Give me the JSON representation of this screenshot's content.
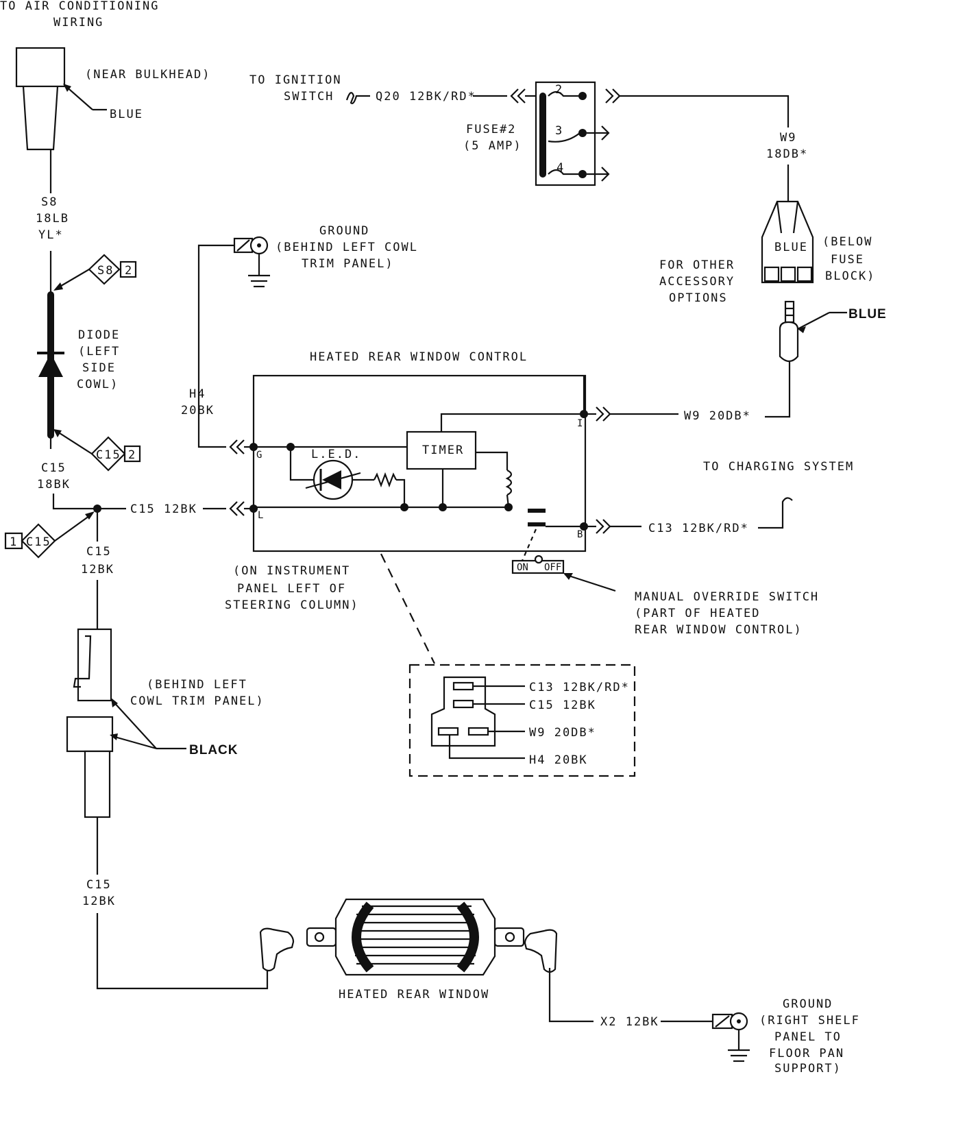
{
  "labels": {
    "ac_line1": "TO AIR CONDITIONING",
    "ac_line2": "WIRING",
    "near_bulkhead": "(NEAR BULKHEAD)",
    "blue_top": "BLUE",
    "s8_line1": "S8",
    "s8_line2": "18LB",
    "s8_line3": "YL*",
    "s8_flag": "S8",
    "s8_flag_num": "2",
    "diode_1": "DIODE",
    "diode_2": "(LEFT",
    "diode_3": "SIDE",
    "diode_4": "COWL)",
    "c15_flag_upper": "C15",
    "c15_flag_upper_num": "2",
    "c15_18bk_1": "C15",
    "c15_18bk_2": "18BK",
    "c15_flag_lower_num": "1",
    "c15_flag_lower": "C15",
    "c15_12bk_a1": "C15",
    "c15_12bk_a2": "12BK",
    "c15_wire_mid": "C15 12BK",
    "ign_1": "TO IGNITION",
    "ign_2": "SWITCH",
    "q20_wire": "Q20 12BK/RD*",
    "fuse_1": "FUSE#2",
    "fuse_2": "(5 AMP)",
    "fuse_pin2": "2",
    "fuse_pin3": "3",
    "fuse_pin4": "4",
    "w9_18_1": "W9",
    "w9_18_2": "18DB*",
    "blue_conn": "BLUE",
    "below_fuse_1": "(BELOW",
    "below_fuse_2": "FUSE",
    "below_fuse_3": "BLOCK)",
    "other_acc_1": "FOR OTHER",
    "other_acc_2": "ACCESSORY",
    "other_acc_3": "OPTIONS",
    "blue_right": "BLUE",
    "ground_top_1": "GROUND",
    "ground_top_2": "(BEHIND LEFT COWL",
    "ground_top_3": "TRIM PANEL)",
    "h4_1": "H4",
    "h4_2": "20BK",
    "hrwc_title": "HEATED REAR WINDOW CONTROL",
    "led": "L.E.D.",
    "timer": "TIMER",
    "pin_g": "G",
    "pin_l": "L",
    "pin_i": "I",
    "pin_b": "B",
    "w9_20_wire": "W9 20DB*",
    "to_charging": "TO CHARGING SYSTEM",
    "c13_wire": "C13 12BK/RD*",
    "on": "ON",
    "off": "OFF",
    "instr_1": "(ON INSTRUMENT",
    "instr_2": "PANEL LEFT OF",
    "instr_3": "STEERING COLUMN)",
    "manual_1": "MANUAL OVERRIDE SWITCH",
    "manual_2": "(PART OF HEATED",
    "manual_3": "REAR WINDOW CONTROL)",
    "conn_c13": "C13 12BK/RD*",
    "conn_c15": "C15 12BK",
    "conn_w9": "W9 20DB*",
    "conn_h4": "H4 20BK",
    "behind_cowl_1": "(BEHIND LEFT",
    "behind_cowl_2": "COWL TRIM PANEL)",
    "black": "BLACK",
    "c15_12bk_b1": "C15",
    "c15_12bk_b2": "12BK",
    "hrw": "HEATED REAR WINDOW",
    "x2_wire": "X2 12BK",
    "ground_bot_1": "GROUND",
    "ground_bot_2": "(RIGHT SHELF",
    "ground_bot_3": "PANEL TO",
    "ground_bot_4": "FLOOR PAN",
    "ground_bot_5": "SUPPORT)"
  }
}
